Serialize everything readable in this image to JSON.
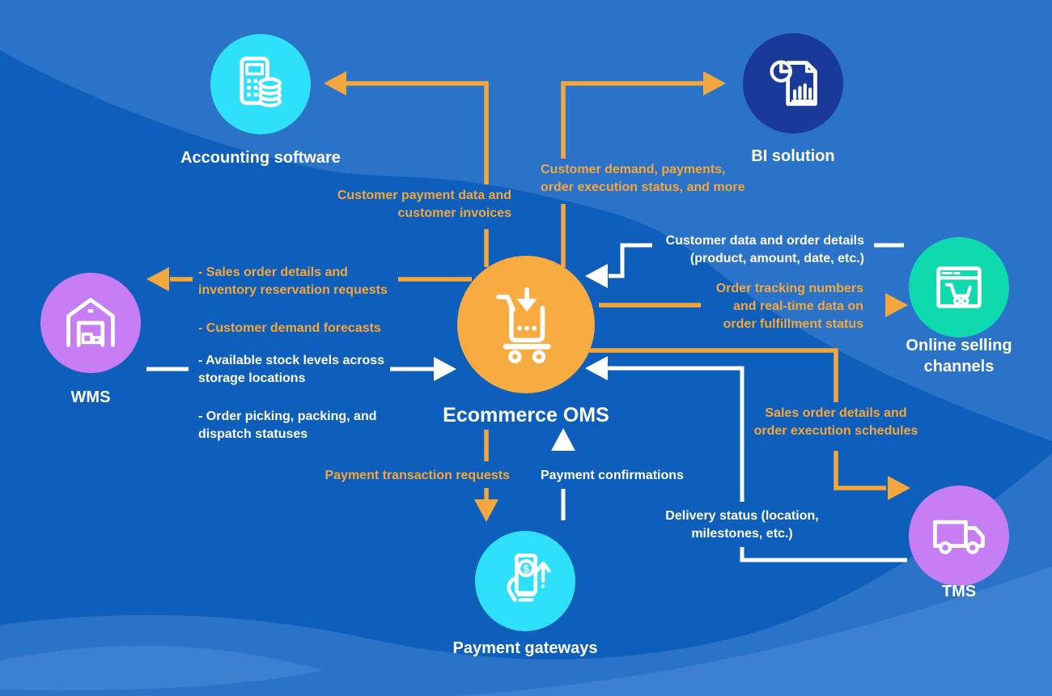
{
  "title": "Ecommerce OMS integration diagram",
  "colors": {
    "background": "#0E5EBB",
    "wave_light": "#2B73C9",
    "wave_lighter": "#3C80D1",
    "arrow_orange": "#F4A73C",
    "arrow_white": "#FFFFFF",
    "node_cyan": "#2FE0FA",
    "node_navy": "#1A3A99",
    "node_purple": "#C77EF5",
    "node_teal": "#0FD9AF",
    "node_orange": "#F8AB40"
  },
  "nodes": {
    "oms": {
      "label": "Ecommerce OMS",
      "icon": "shopping-cart-download-icon",
      "color": "#F8AB40"
    },
    "accounting": {
      "label": "Accounting software",
      "icon": "calculator-coins-icon",
      "color": "#2FE0FA"
    },
    "bi": {
      "label": "BI solution",
      "icon": "report-chart-icon",
      "color": "#1A3A99"
    },
    "wms": {
      "label": "WMS",
      "icon": "warehouse-icon",
      "color": "#C77EF5"
    },
    "online": {
      "label": "Online selling\nchannels",
      "icon": "browser-cart-icon",
      "color": "#0FD9AF"
    },
    "tms": {
      "label": "TMS",
      "icon": "truck-icon",
      "color": "#C77EF5"
    },
    "payment": {
      "label": "Payment gateways",
      "icon": "mobile-payment-icon",
      "color": "#2FE0FA"
    }
  },
  "flows": {
    "oms_to_accounting": {
      "from": "oms",
      "to": "accounting",
      "color": "orange",
      "text": "Customer payment data and\ncustomer invoices"
    },
    "oms_to_bi": {
      "from": "oms",
      "to": "bi",
      "color": "orange",
      "text": "Customer demand, payments,\norder execution status, and more"
    },
    "online_to_oms": {
      "from": "online",
      "to": "oms",
      "color": "white",
      "text": "Customer data and order details\n(product, amount, date, etc.)"
    },
    "oms_to_online": {
      "from": "oms",
      "to": "online",
      "color": "orange",
      "text": "Order tracking numbers\nand real-time data on\norder fulfillment status"
    },
    "oms_to_tms": {
      "from": "oms",
      "to": "tms",
      "color": "orange",
      "text": "Sales order details and\norder execution schedules"
    },
    "tms_to_oms": {
      "from": "tms",
      "to": "oms",
      "color": "white",
      "text": "Delivery status (location,\nmilestones, etc.)"
    },
    "oms_to_wms": {
      "from": "oms",
      "to": "wms",
      "color": "orange",
      "items": [
        "- Sales order details and\ninventory reservation requests",
        "- Customer demand forecasts"
      ]
    },
    "wms_to_oms": {
      "from": "wms",
      "to": "oms",
      "color": "white",
      "items": [
        "- Available stock levels across\nstorage locations",
        "- Order picking, packing, and\ndispatch statuses"
      ]
    },
    "oms_to_payment": {
      "from": "oms",
      "to": "payment",
      "color": "orange",
      "text": "Payment transaction requests"
    },
    "payment_to_oms": {
      "from": "payment",
      "to": "oms",
      "color": "white",
      "text": "Payment confirmations"
    }
  }
}
